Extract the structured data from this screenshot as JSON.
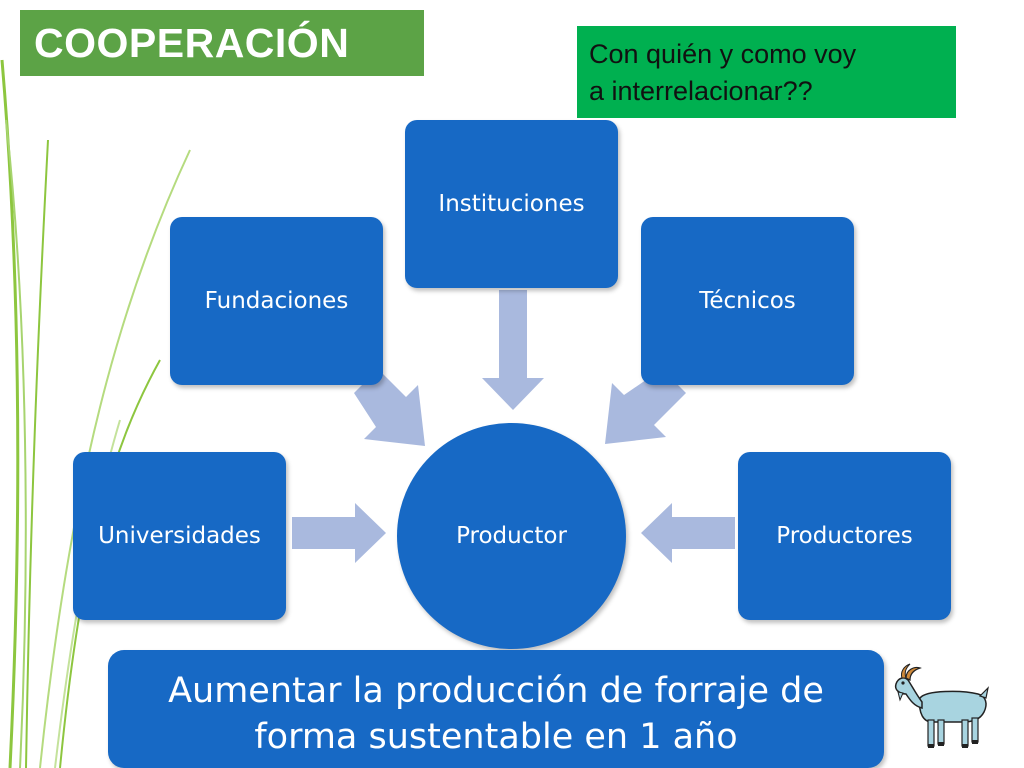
{
  "title": "COOPERACIÓN",
  "question": [
    "Con quién y como voy",
    "a interrelacionar??"
  ],
  "diagram": {
    "center": "Productor",
    "nodes": {
      "instituciones": "Instituciones",
      "fundaciones": "Fundaciones",
      "tecnicos": "Técnicos",
      "universidades": "Universidades",
      "productores": "Productores"
    }
  },
  "goal": [
    "Aumentar la producción de forraje de",
    "forma sustentable en 1 año"
  ],
  "colors": {
    "title_bg": "#5ca346",
    "question_bg": "#00b050",
    "node_blue": "#1769c5",
    "arrow": "#a9b9de",
    "accent_lines": "#8dc63f"
  },
  "icons": {
    "goat": "goat-icon"
  }
}
